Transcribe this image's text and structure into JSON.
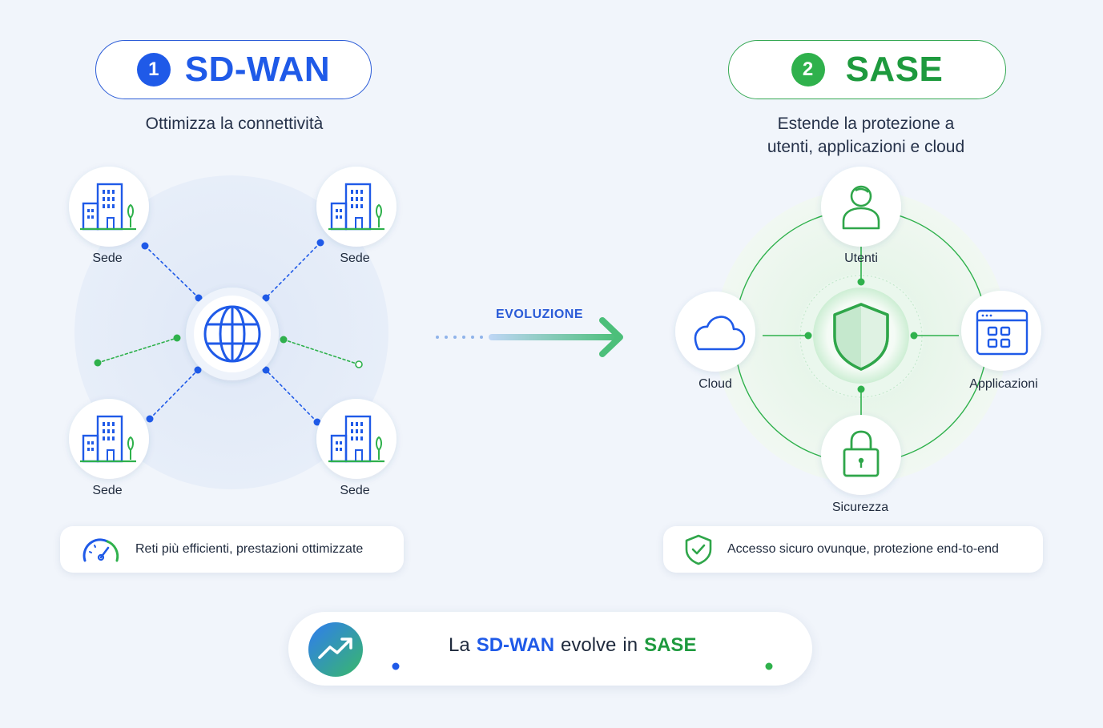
{
  "left": {
    "number": "1",
    "title": "SD-WAN",
    "subtitle": "Ottimizza la connettività",
    "nodes": [
      {
        "label": "Sede"
      },
      {
        "label": "Sede"
      },
      {
        "label": "Sede"
      },
      {
        "label": "Sede"
      }
    ],
    "badge": "Reti più efficienti, prestazioni ottimizzate"
  },
  "middle": {
    "label": "EVOLUZIONE"
  },
  "right": {
    "number": "2",
    "title": "SASE",
    "subtitle_line1": "Estende la protezione a",
    "subtitle_line2": "utenti, applicazioni e cloud",
    "nodes": {
      "top": "Utenti",
      "left": "Cloud",
      "right": "Applicazioni",
      "bottom": "Sicurezza"
    },
    "badge": "Accesso sicuro ovunque, protezione end-to-end"
  },
  "bottom": {
    "part1": "La",
    "part2": "SD-WAN",
    "part3": "evolve",
    "part4": "in",
    "part5": "SASE"
  },
  "colors": {
    "blue": "#1f5ae8",
    "green": "#2fb14c",
    "background": "#f1f5fb"
  }
}
